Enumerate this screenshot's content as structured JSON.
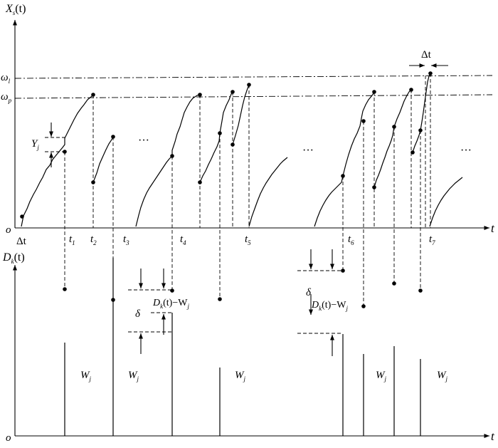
{
  "upper": {
    "y_axis": {
      "main": "X",
      "sub": "s",
      "arg": "(t)"
    },
    "x_axis": "t",
    "origin": "o",
    "threshold_l": {
      "main": "ω",
      "sub": "l"
    },
    "threshold_p": {
      "main": "ω",
      "sub": "p"
    },
    "delta_t_bottom": "Δt",
    "delta_t_top": "Δt",
    "jump": {
      "main": "Y",
      "sub": "j"
    },
    "times": [
      {
        "main": "t",
        "sub": "1"
      },
      {
        "main": "t",
        "sub": "2"
      },
      {
        "main": "t",
        "sub": "3"
      },
      {
        "main": "t",
        "sub": "4"
      },
      {
        "main": "t",
        "sub": "5"
      },
      {
        "main": "t",
        "sub": "6"
      },
      {
        "main": "t",
        "sub": "7"
      }
    ],
    "ellipsis": "···"
  },
  "lower": {
    "y_axis": {
      "main": "D",
      "sub": "k",
      "arg": "(t)"
    },
    "x_axis": "t",
    "origin": "o",
    "dk_minus_w_a": {
      "d": "D",
      "k": "k",
      "rest": "(t)−W",
      "j": "j"
    },
    "dk_minus_w_b": {
      "d": "D",
      "k": "k",
      "rest": "(t)−W",
      "j": "j"
    },
    "delta": "δ",
    "bars": [
      {
        "main": "W",
        "sub": "j"
      },
      {
        "main": "W",
        "sub": "j"
      },
      {
        "main": "W",
        "sub": "j"
      },
      {
        "main": "W",
        "sub": "j"
      },
      {
        "main": "W",
        "sub": "j"
      }
    ]
  }
}
